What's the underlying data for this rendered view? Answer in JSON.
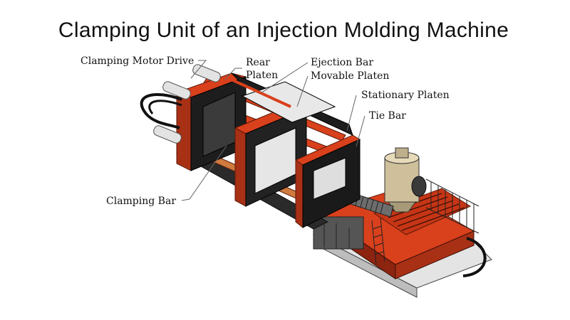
{
  "title": "Clamping Unit of an Injection Molding Machine",
  "labels": {
    "clamping_motor_drive": "Clamping Motor Drive",
    "rear_platen_line1": "Rear",
    "rear_platen_line2": "Platen",
    "ejection_bar": "Ejection Bar",
    "movable_platen": "Movable Platen",
    "stationary_platen": "Stationary Platen",
    "tie_bar": "Tie Bar",
    "clamping_bar": "Clamping Bar"
  },
  "colors": {
    "machine_red": "#d9401c",
    "dark_red": "#8c2410",
    "frame_dark": "#1d1d1d",
    "base_grey": "#e4e4e4",
    "hopper_tan": "#cfc09b"
  }
}
